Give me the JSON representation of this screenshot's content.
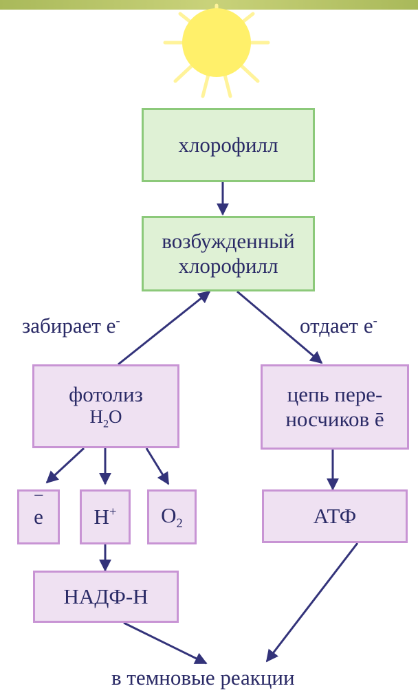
{
  "nodes": {
    "chlorophyll": "хлорофилл",
    "excited_line1": "возбужденный",
    "excited_line2": "хлорофилл",
    "photolysis_line1": "фотолиз",
    "photolysis_h": "H",
    "photolysis_sub": "2",
    "photolysis_o": "O",
    "chain_line1": "цепь пере-",
    "chain_line2": "носчиков",
    "chain_e": "ē",
    "electron": "e",
    "electron_mark": "‾",
    "proton": "H",
    "proton_sup": "+",
    "oxygen": "O",
    "oxygen_sub": "2",
    "atp": "АТФ",
    "nadph": "НАДФ-Н"
  },
  "labels": {
    "takes": "забирает e",
    "takes_sup": "-",
    "gives": "отдает  e",
    "gives_sup": "-",
    "dark_reactions": "в темновые реакции"
  },
  "colors": {
    "green_fill": "#dff1d5",
    "green_border": "#8cc97a",
    "purple_fill": "#efe1f2",
    "purple_border": "#c894d4",
    "arrow": "#33337a",
    "sun": "#fff06a"
  }
}
